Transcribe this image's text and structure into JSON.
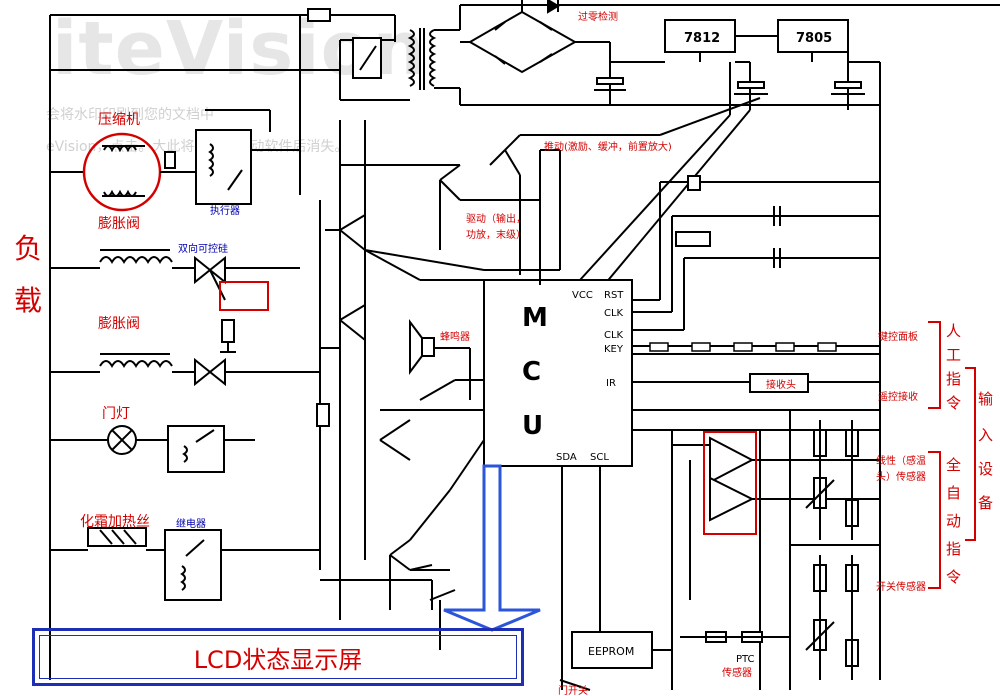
{
  "watermark": {
    "brand": "iteVision",
    "line1": "会将水印印刷到您的文档中",
    "line2": "eVision，点击。大此将在重新启动软件后消失。"
  },
  "labels": {
    "load": "负载",
    "compressor": "压缩机",
    "actuator": "执行器",
    "expansion_valve_1": "膨胀阀",
    "expansion_valve_2": "膨胀阀",
    "triac": "双向可控硅",
    "door_light": "门灯",
    "defrost_heater": "化霜加热丝",
    "relay": "继电器",
    "buzzer": "蜂鸣器",
    "zero_cross": "过零检测",
    "reg_7812": "7812",
    "reg_7805": "7805",
    "drive_top": "推动(激励、缓冲，前置放大)",
    "drive_mid_1": "驱动（输出，",
    "drive_mid_2": "功放，末级）",
    "mcu_m": "M",
    "mcu_c": "C",
    "mcu_u": "U",
    "pin_vcc": "VCC",
    "pin_rst": "RST",
    "pin_clk1": "CLK",
    "pin_clk2": "CLK",
    "pin_key": "KEY",
    "pin_ir": "IR",
    "pin_sda": "SDA",
    "pin_scl": "SCL",
    "key_panel": "键控面板",
    "remote_rx": "遥控接收",
    "receiver_head": "接收头",
    "manual_cmd_1": "人",
    "manual_cmd_2": "工",
    "manual_cmd_3": "指",
    "manual_cmd_4": "令",
    "input_dev_1": "输",
    "input_dev_2": "入",
    "input_dev_3": "设",
    "input_dev_4": "备",
    "linear_sensor_1": "线性（感温",
    "linear_sensor_2": "头）传感器",
    "auto_cmd_1": "全",
    "auto_cmd_2": "自",
    "auto_cmd_3": "动",
    "auto_cmd_4": "指",
    "auto_cmd_5": "令",
    "switch_sensor": "开关传感器",
    "eeprom": "EEPROM",
    "ptc_1": "PTC",
    "ptc_2": "传感器",
    "door_switch": "门开关",
    "lcd": "LCD状态显示屏"
  },
  "colors": {
    "label_red": "#d40000",
    "label_blue": "#0000b0",
    "lcd_border": "#1c2fb5",
    "arrow_blue": "#2b56d9"
  }
}
